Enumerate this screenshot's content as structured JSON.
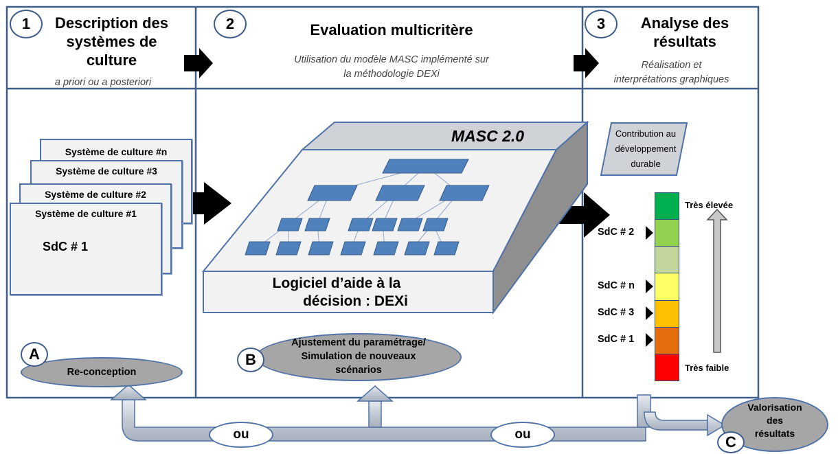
{
  "sections": {
    "s1": {
      "number": "1",
      "title_line1": "Description des",
      "title_line2": "systèmes de culture",
      "subtitle": "a priori ou a posteriori"
    },
    "s2": {
      "number": "2",
      "title": "Evaluation multicritère",
      "subtitle_line1": "Utilisation du modèle MASC implémenté sur",
      "subtitle_line2": "la méthodologie DEXi"
    },
    "s3": {
      "number": "3",
      "title_line1": "Analyse des",
      "title_line2": "résultats",
      "subtitle_line1": "Réalisation et",
      "subtitle_line2": "interprétations graphiques"
    }
  },
  "systems": {
    "cards": [
      "Système de culture #n",
      "Système de culture #3",
      "Système de culture #2",
      "Système de culture #1"
    ],
    "front_label": "SdC # 1"
  },
  "model": {
    "name": "MASC 2.0",
    "software_line1": "Logiciel d’aide à la",
    "software_line2": "décision : DEXi"
  },
  "results": {
    "contribution_line1": "Contribution au",
    "contribution_line2": "développement",
    "contribution_line3": "durable",
    "scale_top": "Très élevée",
    "scale_bottom": "Très faible",
    "scale_colors": [
      "#00b050",
      "#92d050",
      "#c3d69b",
      "#ffff66",
      "#ffc000",
      "#e46c0a",
      "#ff0000"
    ],
    "markers": [
      {
        "label": "SdC # 2",
        "level": 2
      },
      {
        "label": "SdC # n",
        "level": 4
      },
      {
        "label": "SdC # 3",
        "level": 5
      },
      {
        "label": "SdC # 1",
        "level": 6
      }
    ]
  },
  "loops": {
    "A": {
      "letter": "A",
      "label": "Re-conception"
    },
    "B": {
      "letter": "B",
      "label_line1": "Ajustement du paramétrage/",
      "label_line2": "Simulation de nouveaux",
      "label_line3": "scénarios"
    },
    "C": {
      "letter": "C",
      "label_line1": "Valorisation",
      "label_line2": "des",
      "label_line3": "résultats"
    },
    "or_label_1": "ou",
    "or_label_2": "ou"
  }
}
